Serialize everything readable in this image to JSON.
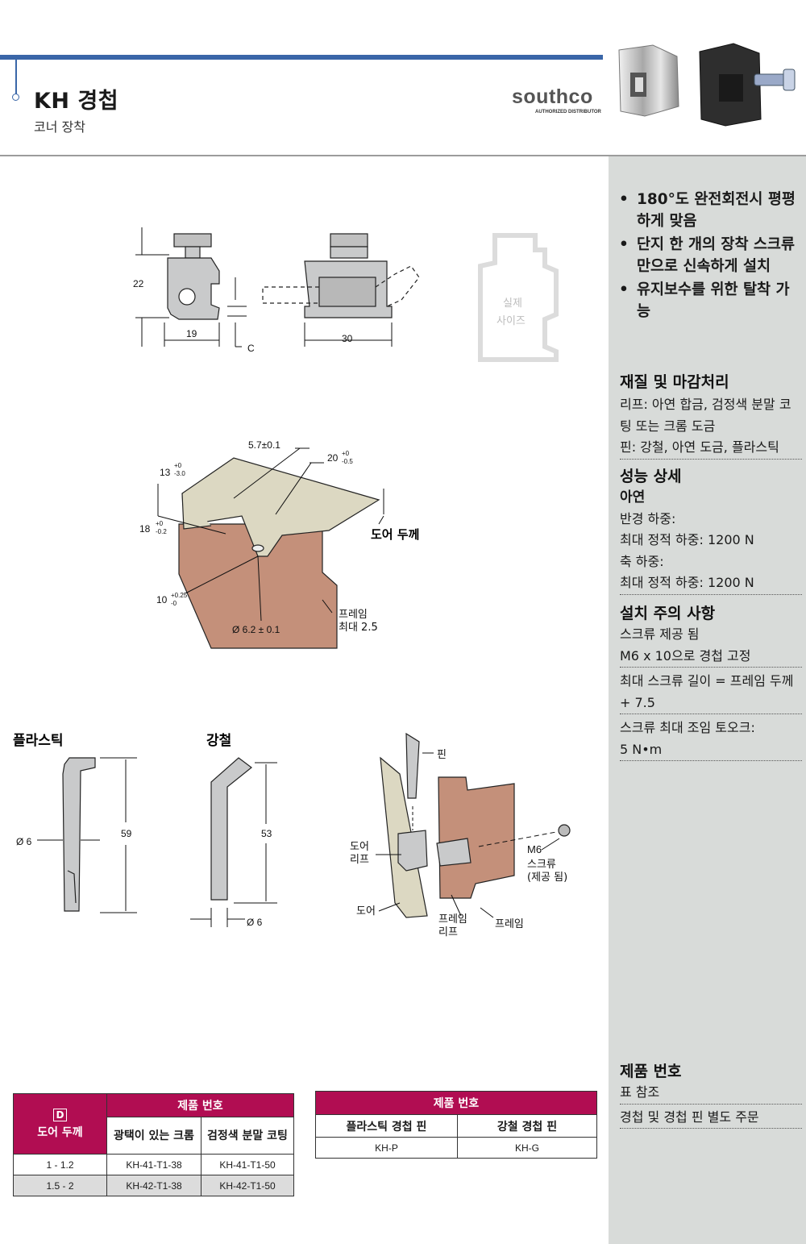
{
  "header": {
    "title": "KH 경첩",
    "subtitle": "코너 장착",
    "brand": "southco",
    "brand_sub": "AUTHORIZED DISTRIBUTOR"
  },
  "drawing_labels": {
    "dim_22": "22",
    "dim_19": "19",
    "dim_c": "C",
    "dim_30": "30",
    "actual_size_1": "실제",
    "actual_size_2": "사이즈",
    "dim_57": "5.7±0.1",
    "dim_20": "20",
    "dim_20_tol_top": "+0",
    "dim_20_tol_bot": "-0.5",
    "dim_13": "13",
    "dim_13_tol_top": "+0",
    "dim_13_tol_bot": "-3.0",
    "dim_18": "18",
    "dim_18_tol_top": "+0",
    "dim_18_tol_bot": "-0.2",
    "door_thickness": "도어 두께",
    "dim_10": "10",
    "dim_10_tol_top": "+0.25",
    "dim_10_tol_bot": "-0",
    "frame_1": "프레임",
    "frame_2": "최대 2.5",
    "dim_62": "Ø 6.2 ± 0.1",
    "plastic": "플라스틱",
    "steel": "강철",
    "dim_6a": "Ø 6",
    "dim_59": "59",
    "dim_53": "53",
    "dim_6b": "Ø 6",
    "pin": "핀",
    "door_leaf_1": "도어",
    "door_leaf_2": "리프",
    "door": "도어",
    "frame_leaf_1": "프레임",
    "frame_leaf_2": "리프",
    "frame": "프레임",
    "m6": "M6",
    "screw_1": "스크류",
    "screw_2": "(제공 됨)"
  },
  "sidebar": {
    "bullets": [
      "180°도 완전회전시 평평하게 맞음",
      "단지 한 개의 장착 스크류만으로 신속하게 설치",
      "유지보수를 위한 탈착 가능"
    ],
    "material_title": "재질 및 마감처리",
    "material_lines": [
      "리프: 아연 합금, 검정색 분말 코팅 또는 크롬 도금",
      "핀: 강철, 아연 도금, 플라스틱"
    ],
    "performance_title": "성능 상세",
    "zinc": "아연",
    "perf_lines": [
      "반경 하중:",
      "최대 정적 하중: 1200 N",
      "축 하중:",
      "최대 정적 하중: 1200 N"
    ],
    "install_title": "설치 주의 사항",
    "install_1": "스크류 제공 됨",
    "install_2": "M6 x 10으로 경첩 고정",
    "install_3": "최대 스크류 길이 = 프레임 두께 + 7.5",
    "install_4a": "스크류 최대 조임 토오크:",
    "install_4b": "5 N•m",
    "part_title": "제품 번호",
    "part_1": "표 참조",
    "part_2": "경첩 및 경첩 핀 별도 주문"
  },
  "table1": {
    "d_icon": "D",
    "door_thickness": "도어 두께",
    "part_number": "제품 번호",
    "col1": "광택이 있는 크롬",
    "col2": "검정색 분말 코팅",
    "rows": [
      {
        "range": "1 - 1.2",
        "chrome": "KH-41-T1-38",
        "black": "KH-41-T1-50"
      },
      {
        "range": "1.5 - 2",
        "chrome": "KH-42-T1-38",
        "black": "KH-42-T1-50"
      }
    ]
  },
  "table2": {
    "part_number": "제품 번호",
    "col1": "플라스틱 경첩 핀",
    "col2": "강철 경첩 핀",
    "row": {
      "plastic": "KH-P",
      "steel": "KH-G"
    }
  },
  "colors": {
    "accent_blue": "#3a66a8",
    "table_header": "#b10d52",
    "sidebar_bg": "#d8dbd9",
    "frame_copper": "#c4907a",
    "door_beige": "#dcd8c2"
  }
}
